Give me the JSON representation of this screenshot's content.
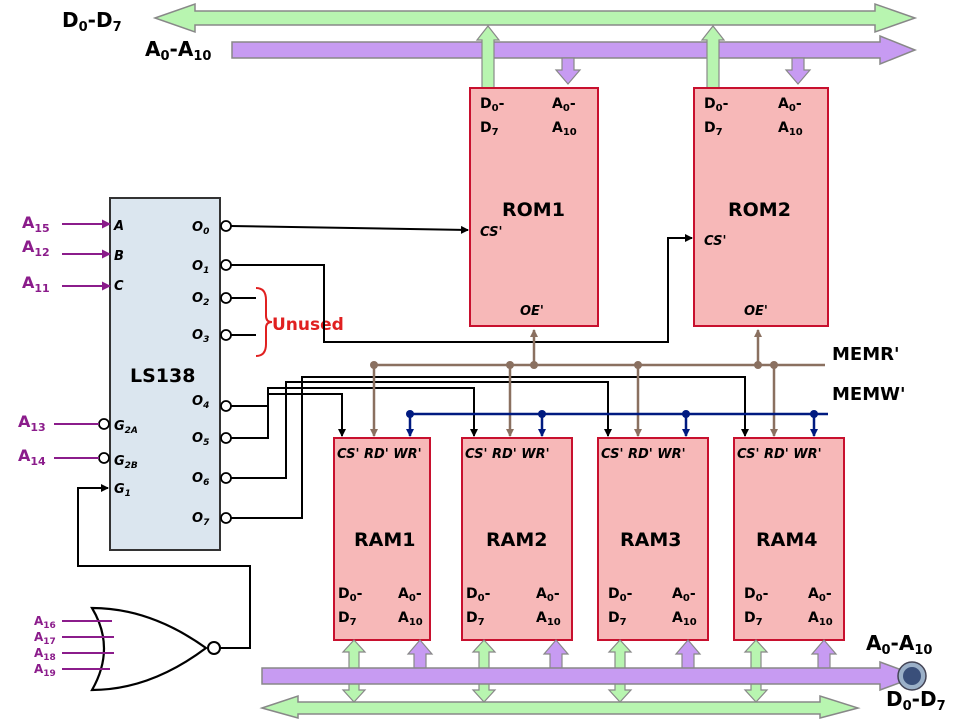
{
  "buses": {
    "data_bus_top": "D0-D7",
    "addr_bus_top": "A0-A10",
    "addr_bus_bottom": "A0-A10",
    "data_bus_bottom": "D0-D7"
  },
  "decoder": {
    "name": "LS138",
    "inputs": [
      "A",
      "B",
      "C"
    ],
    "enables": [
      "G2A",
      "G2B",
      "G1"
    ],
    "outputs": [
      "O0",
      "O1",
      "O2",
      "O3",
      "O4",
      "O5",
      "O6",
      "O7"
    ],
    "input_signals": [
      "A15",
      "A12",
      "A11"
    ],
    "enable_signals": [
      "A13",
      "A14"
    ]
  },
  "unused_label": "Unused",
  "or_gate_inputs": [
    "A16",
    "A17",
    "A18",
    "A19"
  ],
  "control_signals": {
    "memr": "MEMR'",
    "memw": "MEMW'"
  },
  "roms": [
    {
      "name": "ROM1",
      "data_pin": "D0-D7",
      "addr_pin": "A0-A10",
      "cs": "CS'",
      "oe": "OE'"
    },
    {
      "name": "ROM2",
      "data_pin": "D0-D7",
      "addr_pin": "A0-A10",
      "cs": "CS'",
      "oe": "OE'"
    }
  ],
  "rams": [
    {
      "name": "RAM1",
      "pins": "CS' RD' WR'",
      "data_pin": "D0-D7",
      "addr_pin": "A0-A10"
    },
    {
      "name": "RAM2",
      "pins": "CS' RD' WR'",
      "data_pin": "D0-D7",
      "addr_pin": "A0-A10"
    },
    {
      "name": "RAM3",
      "pins": "CS' RD' WR'",
      "data_pin": "D0-D7",
      "addr_pin": "A0-A10"
    },
    {
      "name": "RAM4",
      "pins": "CS' RD' WR'",
      "data_pin": "D0-D7",
      "addr_pin": "A0-A10"
    }
  ],
  "colors": {
    "data_bus": "#b8f5b0",
    "addr_bus": "#c79bf2",
    "chip_fill": "#f7b8b8",
    "chip_stroke": "#c8102e",
    "decoder_fill": "#dbe6ef",
    "memr_wire": "#8a7060",
    "memw_wire": "#001a80",
    "signal_text": "#8b1c8b"
  }
}
